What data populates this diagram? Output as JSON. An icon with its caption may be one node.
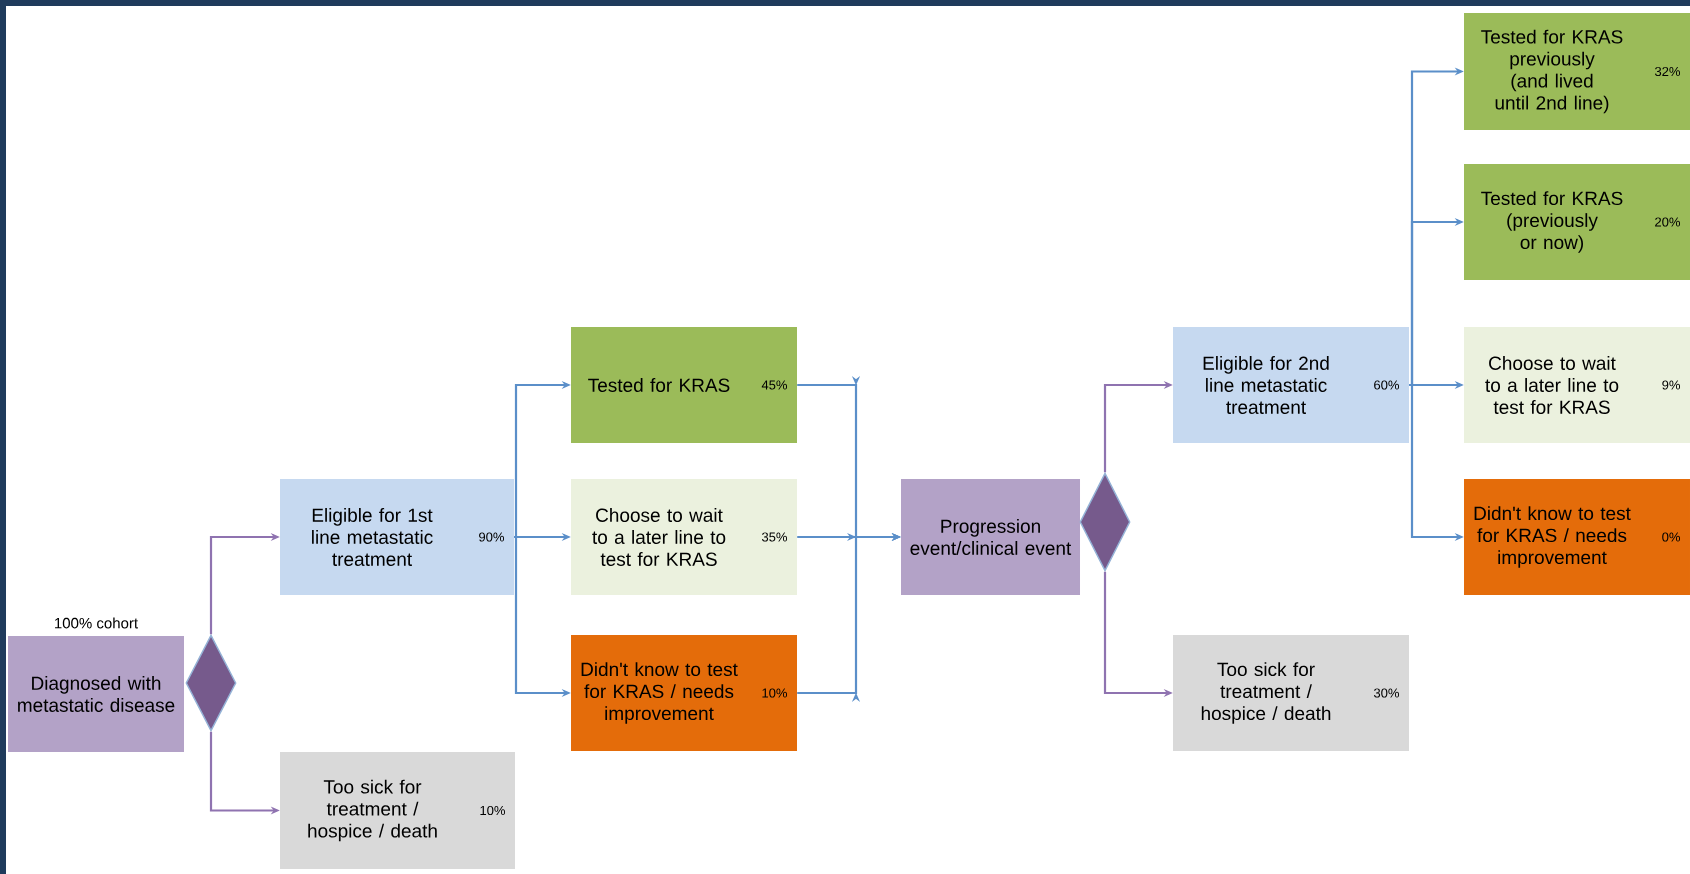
{
  "diagram": {
    "nodes": [
      {
        "text": [
          "Diagnosed with metastatic disease"
        ],
        "beside": [
          "100% cohort"
        ]
      },
      {
        "text": [],
        "shape": "diamond"
      },
      {
        "text": [
          "Eligible for 1st line metastatic treatment",
          "90%"
        ]
      },
      {
        "text": [
          "Too sick for treatment / hospice / death",
          "10%"
        ]
      },
      {
        "text": [
          "Tested for KRAS",
          "45%"
        ]
      },
      {
        "text": [
          "Choose to wait to a later line to test for KRAS",
          "35%"
        ]
      },
      {
        "text": [
          "Didn't know to test for KRAS / needs improvement",
          "10%"
        ]
      },
      {
        "text": [
          "Progression event/clinical event"
        ]
      },
      {
        "text": [],
        "shape": "diamond"
      },
      {
        "text": [
          "Eligible for 2nd line metastatic treatment",
          "60%"
        ]
      },
      {
        "text": [
          "Too sick for treatment / hospice / death",
          "30%"
        ]
      },
      {
        "text": [
          "Tested for KRAS previously (and lived until 2nd line)",
          "32%"
        ]
      },
      {
        "text": [
          "Tested for KRAS (previously or now)",
          "20%"
        ]
      },
      {
        "text": [
          "Choose to wait to a later line to test for KRAS",
          "9%"
        ]
      },
      {
        "text": [
          "Didn't know to test for KRAS / needs improvement",
          "0%"
        ]
      }
    ],
    "edges": [
      {
        "from": 1,
        "to": 2,
        "arrow": "to",
        "color": "#8f73b0"
      },
      {
        "from": 1,
        "to": 3,
        "arrow": "to",
        "color": "#8f73b0"
      },
      {
        "from": 2,
        "to": 4,
        "arrow": "to"
      },
      {
        "from": 2,
        "to": 5,
        "arrow": "to"
      },
      {
        "from": 2,
        "to": 6,
        "arrow": "to"
      },
      {
        "from": 4,
        "to": 7,
        "arrow": "to"
      },
      {
        "from": 5,
        "to": 7,
        "arrow": "to"
      },
      {
        "from": 6,
        "to": 7,
        "arrow": "to"
      },
      {
        "from": 8,
        "to": 9,
        "arrow": "to",
        "color": "#8f73b0"
      },
      {
        "from": 8,
        "to": 10,
        "arrow": "to",
        "color": "#8f73b0"
      },
      {
        "from": 9,
        "to": 11,
        "arrow": "to"
      },
      {
        "from": 9,
        "to": 12,
        "arrow": "to"
      },
      {
        "from": 9,
        "to": 13,
        "arrow": "to"
      },
      {
        "from": 9,
        "to": 14,
        "arrow": "to"
      }
    ]
  }
}
